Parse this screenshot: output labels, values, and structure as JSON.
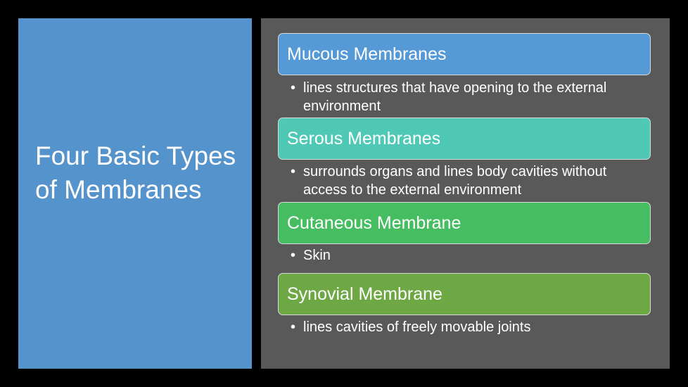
{
  "title": "Four Basic Types of Membranes",
  "colors": {
    "title_panel": "#5593cd",
    "mucous": "#5599d6",
    "serous": "#4fc9b5",
    "cutaneous": "#47bd62",
    "synovial": "#6ea845"
  },
  "membranes": [
    {
      "name": "Mucous Membranes",
      "description": "lines structures that have opening to the external environment"
    },
    {
      "name": "Serous Membranes",
      "description": "surrounds organs and lines body cavities without access to the external environment"
    },
    {
      "name": "Cutaneous Membrane",
      "description": "Skin"
    },
    {
      "name": "Synovial Membrane",
      "description": "lines cavities of freely movable joints"
    }
  ]
}
